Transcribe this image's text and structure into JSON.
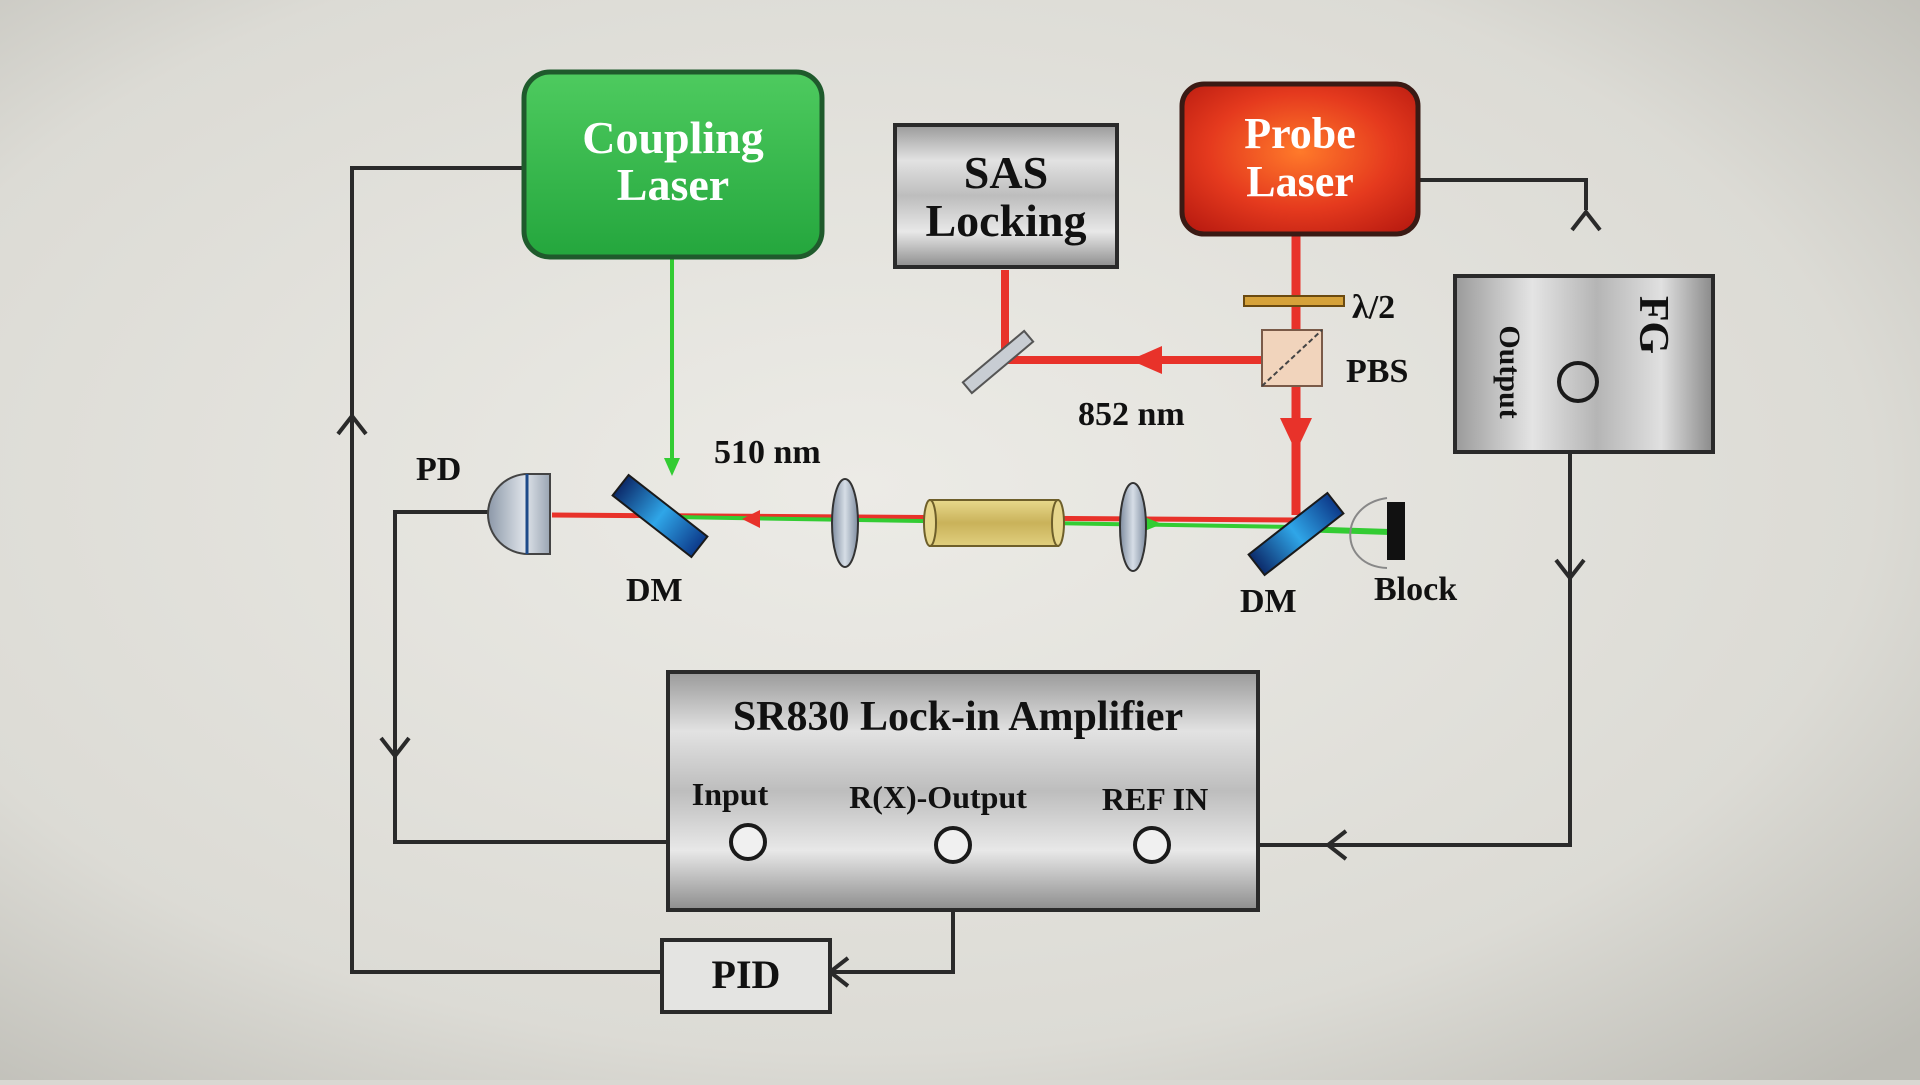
{
  "boxes": {
    "coupling": {
      "line1": "Coupling",
      "line2": "Laser"
    },
    "sas": {
      "line1": "SAS",
      "line2": "Locking"
    },
    "probe": {
      "line1": "Probe",
      "line2": "Laser"
    },
    "fg": {
      "title": "FG",
      "port": "Output"
    },
    "lockin": {
      "title": "SR830 Lock-in Amplifier",
      "input": "Input",
      "output": "R(X)-Output",
      "ref": "REF IN"
    },
    "pid": {
      "label": "PID"
    }
  },
  "labels": {
    "halfwave": "λ/2",
    "pbs": "PBS",
    "nm852": "852 nm",
    "nm510": "510 nm",
    "pd": "PD",
    "dm_left": "DM",
    "dm_right": "DM",
    "block": "Block"
  },
  "colors": {
    "background": "#d9d8d2",
    "coupling_green": "#2fb24a",
    "probe_red": "#e02a22",
    "beam_red": "#e8322a",
    "beam_green": "#33cc33",
    "line": "#2a2a2a"
  }
}
